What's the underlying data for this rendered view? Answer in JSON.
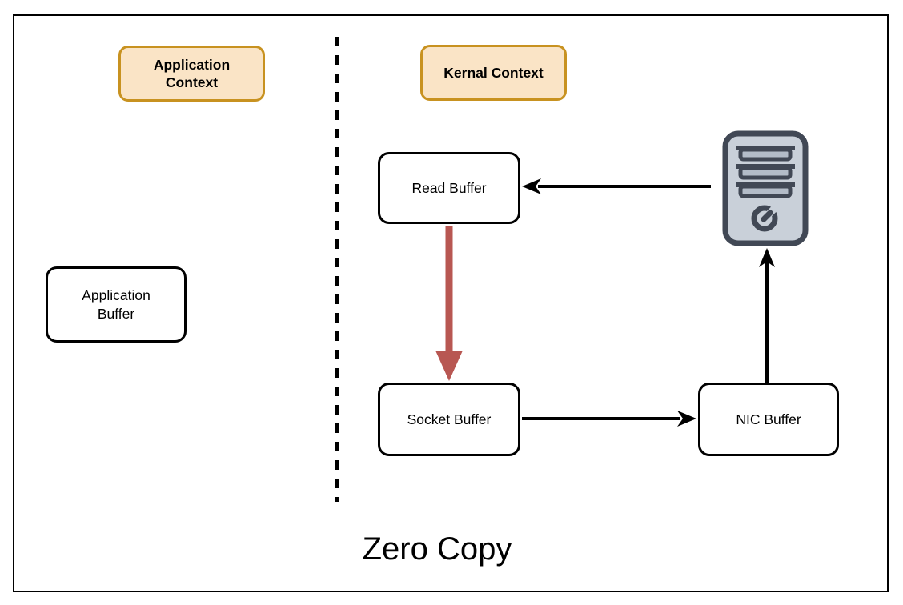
{
  "diagram": {
    "title": "Zero Copy",
    "contexts": {
      "application": {
        "label": "Application Context"
      },
      "kernel": {
        "label": "Kernal Context"
      }
    },
    "nodes": {
      "application_buffer": {
        "label": "Application Buffer",
        "context": "application"
      },
      "read_buffer": {
        "label": "Read Buffer",
        "context": "kernel"
      },
      "socket_buffer": {
        "label": "Socket Buffer",
        "context": "kernel"
      },
      "nic_buffer": {
        "label": "NIC Buffer",
        "context": "kernel"
      },
      "server": {
        "icon": "server-icon",
        "context": "kernel"
      }
    },
    "edges": [
      {
        "from": "server",
        "to": "read_buffer",
        "color": "#000000",
        "style": "solid-arrow"
      },
      {
        "from": "read_buffer",
        "to": "socket_buffer",
        "color": "#B85752",
        "style": "thick-arrow"
      },
      {
        "from": "socket_buffer",
        "to": "nic_buffer",
        "color": "#000000",
        "style": "solid-arrow"
      },
      {
        "from": "nic_buffer",
        "to": "server",
        "color": "#000000",
        "style": "solid-arrow"
      }
    ],
    "separator": {
      "style": "dashed-vertical-line",
      "color": "#000000"
    },
    "colors": {
      "context_fill": "#FAE4C6",
      "context_border": "#C89220",
      "node_fill": "#FFFFFF",
      "node_border": "#000000",
      "copy_arrow_red": "#B85752",
      "server_fill": "#C9D0D9",
      "server_border": "#414855",
      "frame_border": "#000000"
    }
  }
}
